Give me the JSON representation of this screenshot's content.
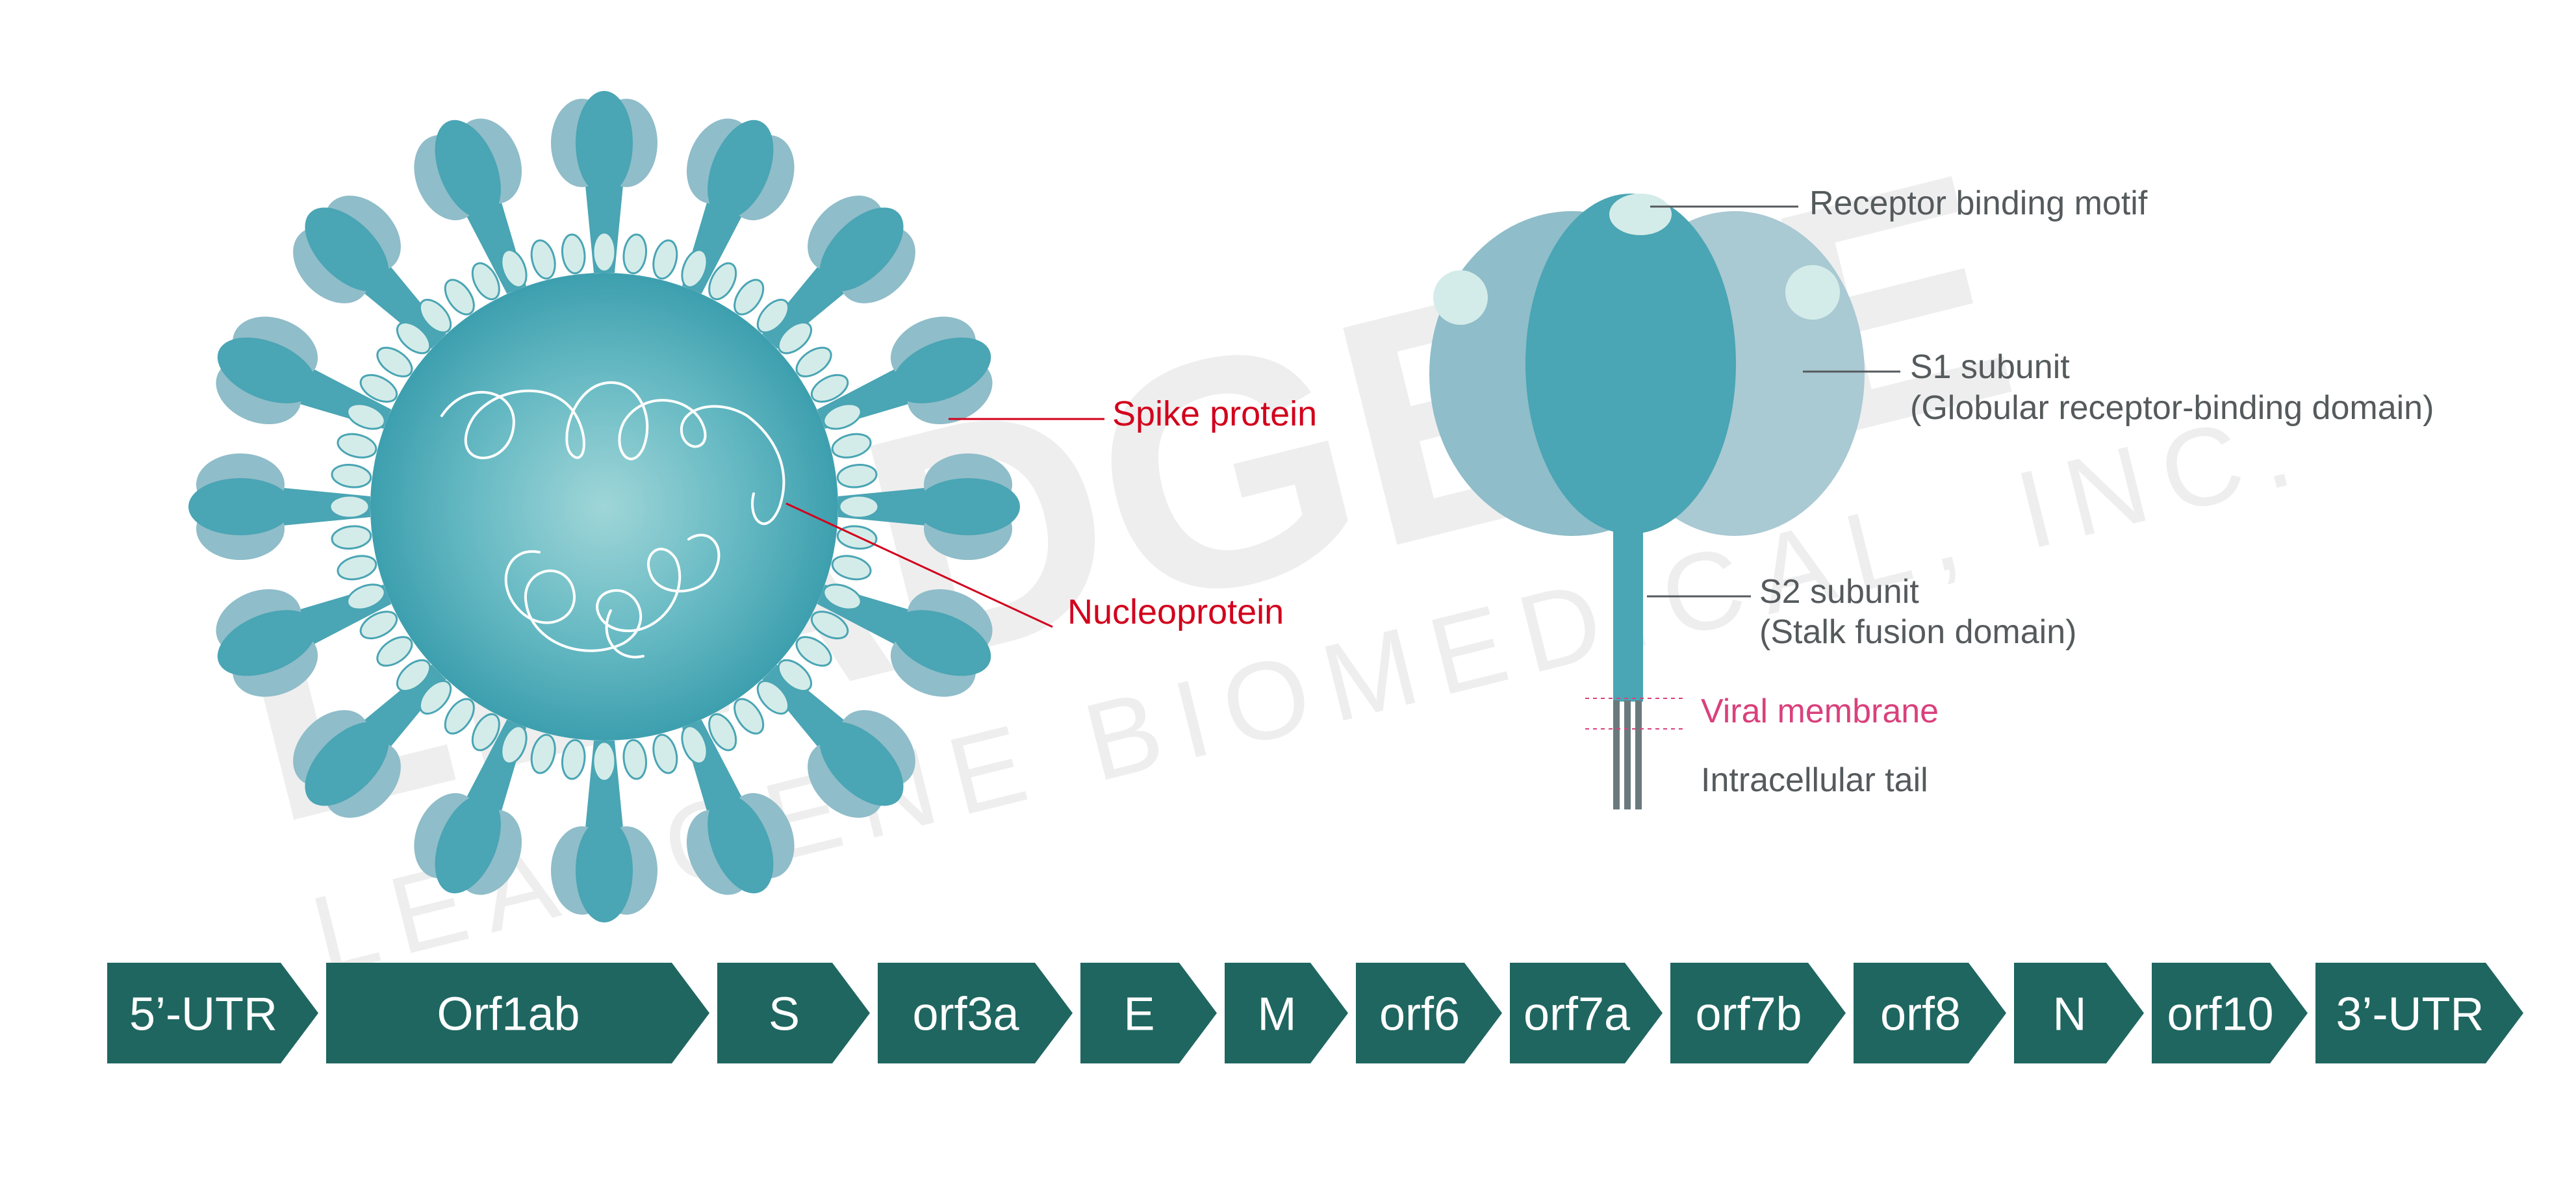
{
  "watermark": {
    "brand": "LEADGENE",
    "company": "LEADGENE BIOMEDICAL, INC."
  },
  "virion": {
    "spike_label": "Spike protein",
    "nucleoprotein_label": "Nucleoprotein"
  },
  "spike_structure": {
    "rbm_label": "Receptor binding motif",
    "s1_label": "S1 subunit",
    "s1_sub_label": "(Globular receptor-binding domain)",
    "s2_label": "S2 subunit",
    "s2_sub_label": "(Stalk fusion domain)",
    "membrane_label": "Viral membrane",
    "tail_label": "Intracellular tail"
  },
  "genome": {
    "segments": [
      "5’-UTR",
      "Orf1ab",
      "S",
      "orf3a",
      "E",
      "M",
      "orf6",
      "orf7a",
      "orf7b",
      "orf8",
      "N",
      "orf10",
      "3’-UTR"
    ]
  },
  "colors": {
    "teal": "#4aa5b4",
    "dark_teal": "#1f6660",
    "light_teal": "#d4ece9",
    "red": "#d2001c",
    "pink": "#d9417c",
    "gray_text": "#555a5c"
  }
}
